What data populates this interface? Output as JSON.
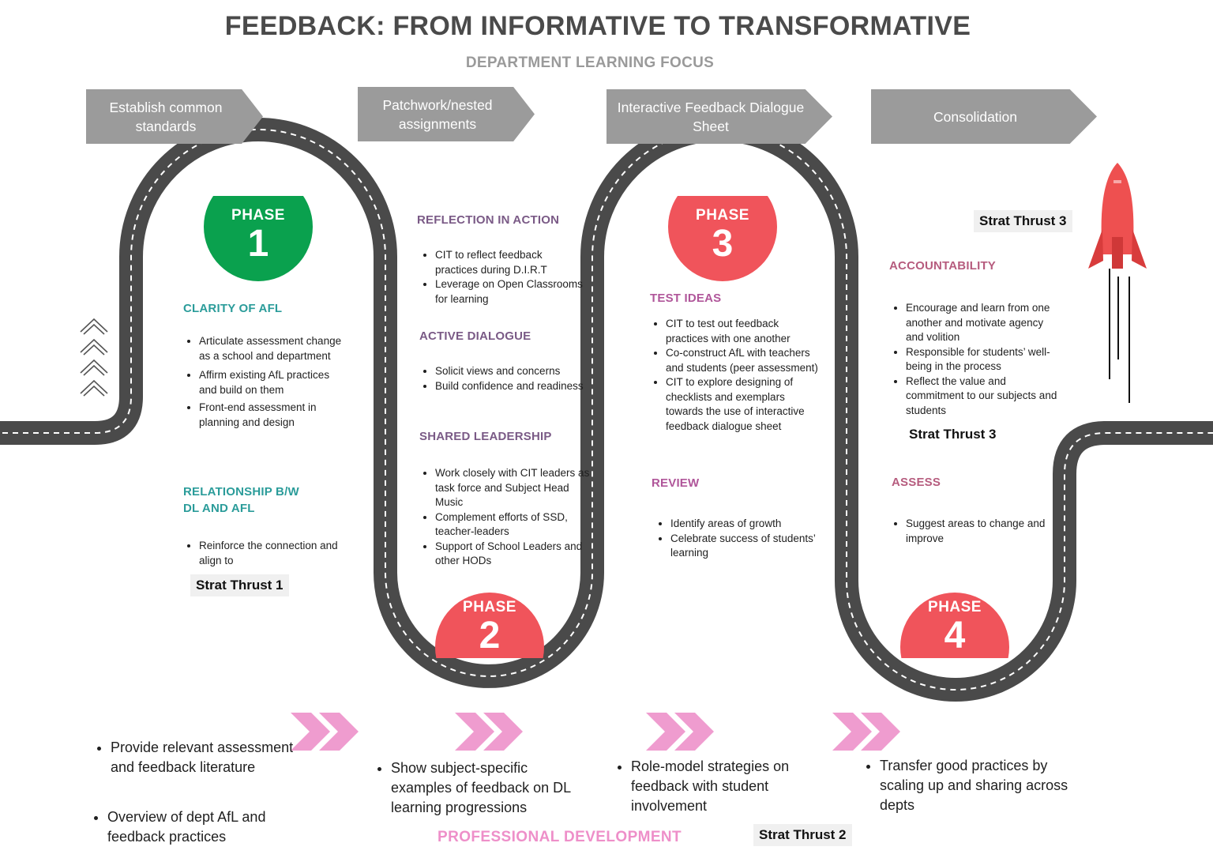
{
  "title": "FEEDBACK: FROM INFORMATIVE TO TRANSFORMATIVE",
  "subtitle": "DEPARTMENT LEARNING FOCUS",
  "colors": {
    "road": "#4a4a4a",
    "banner": "#9b9b9b",
    "green": "#0aa14e",
    "red": "#f0545b",
    "pink": "#ef9ccf"
  },
  "banners": [
    {
      "label": "Establish common standards"
    },
    {
      "label": "Patchwork/nested assignments"
    },
    {
      "label": "Interactive Feedback Dialogue Sheet"
    },
    {
      "label": "Consolidation"
    }
  ],
  "phases": [
    {
      "label": "PHASE",
      "number": "1"
    },
    {
      "label": "PHASE",
      "number": "2"
    },
    {
      "label": "PHASE",
      "number": "3"
    },
    {
      "label": "PHASE",
      "number": "4"
    }
  ],
  "phase1": {
    "heading1": "CLARITY OF AFL",
    "items1": [
      "Articulate assessment change as a school and department",
      "Affirm existing AfL practices and build on them",
      "Front-end assessment in planning and design"
    ],
    "heading2": "RELATIONSHIP B/W DL AND AFL",
    "items2": [
      "Reinforce the connection and align to"
    ],
    "strat": "Strat Thrust 1"
  },
  "phase2": {
    "heading1": "REFLECTION IN ACTION",
    "items1": [
      "CIT to reflect feedback practices during D.I.R.T",
      "Leverage on Open Classrooms for learning"
    ],
    "heading2": "ACTIVE DIALOGUE",
    "items2": [
      "Solicit views and concerns",
      "Build confidence and readiness"
    ],
    "heading3": "SHARED LEADERSHIP",
    "items3": [
      "Work closely with CIT leaders as task force and Subject Head Music",
      "Complement efforts of SSD, teacher-leaders",
      "Support of School Leaders and other HODs"
    ]
  },
  "phase3": {
    "heading1": "TEST IDEAS",
    "items1": [
      "CIT to test out feedback practices with one another",
      "Co-construct AfL with teachers and students (peer assessment)",
      "CIT to explore designing of checklists and exemplars towards the use of interactive feedback dialogue sheet"
    ],
    "heading2": "REVIEW",
    "items2": [
      "Identify areas of growth",
      "Celebrate success of students’ learning"
    ]
  },
  "phase4": {
    "strat_top": "Strat Thrust 3",
    "heading1": "ACCOUNTABILITY",
    "items1": [
      "Encourage and learn from one another and motivate agency and volition",
      "Responsible for students’ well-being in the process",
      "Reflect the value and commitment to our subjects and students"
    ],
    "strat_mid": "Strat Thrust 3",
    "heading2": "ASSESS",
    "items2": [
      "Suggest areas to change and improve"
    ]
  },
  "professional_development": {
    "label": "PROFESSIONAL DEVELOPMENT",
    "col1a": [
      "Provide relevant assessment and feedback literature"
    ],
    "col1b": [
      "Overview of dept AfL and feedback practices"
    ],
    "col2": [
      "Show subject-specific examples of feedback on DL learning progressions"
    ],
    "col3": [
      "Role-model strategies on feedback with student involvement"
    ],
    "col4": [
      "Transfer good practices by scaling up and sharing across depts"
    ],
    "strat": "Strat Thrust 2"
  },
  "icons": [
    "up-chevrons-icon",
    "rocket-icon",
    "double-chevron-right-icon"
  ]
}
